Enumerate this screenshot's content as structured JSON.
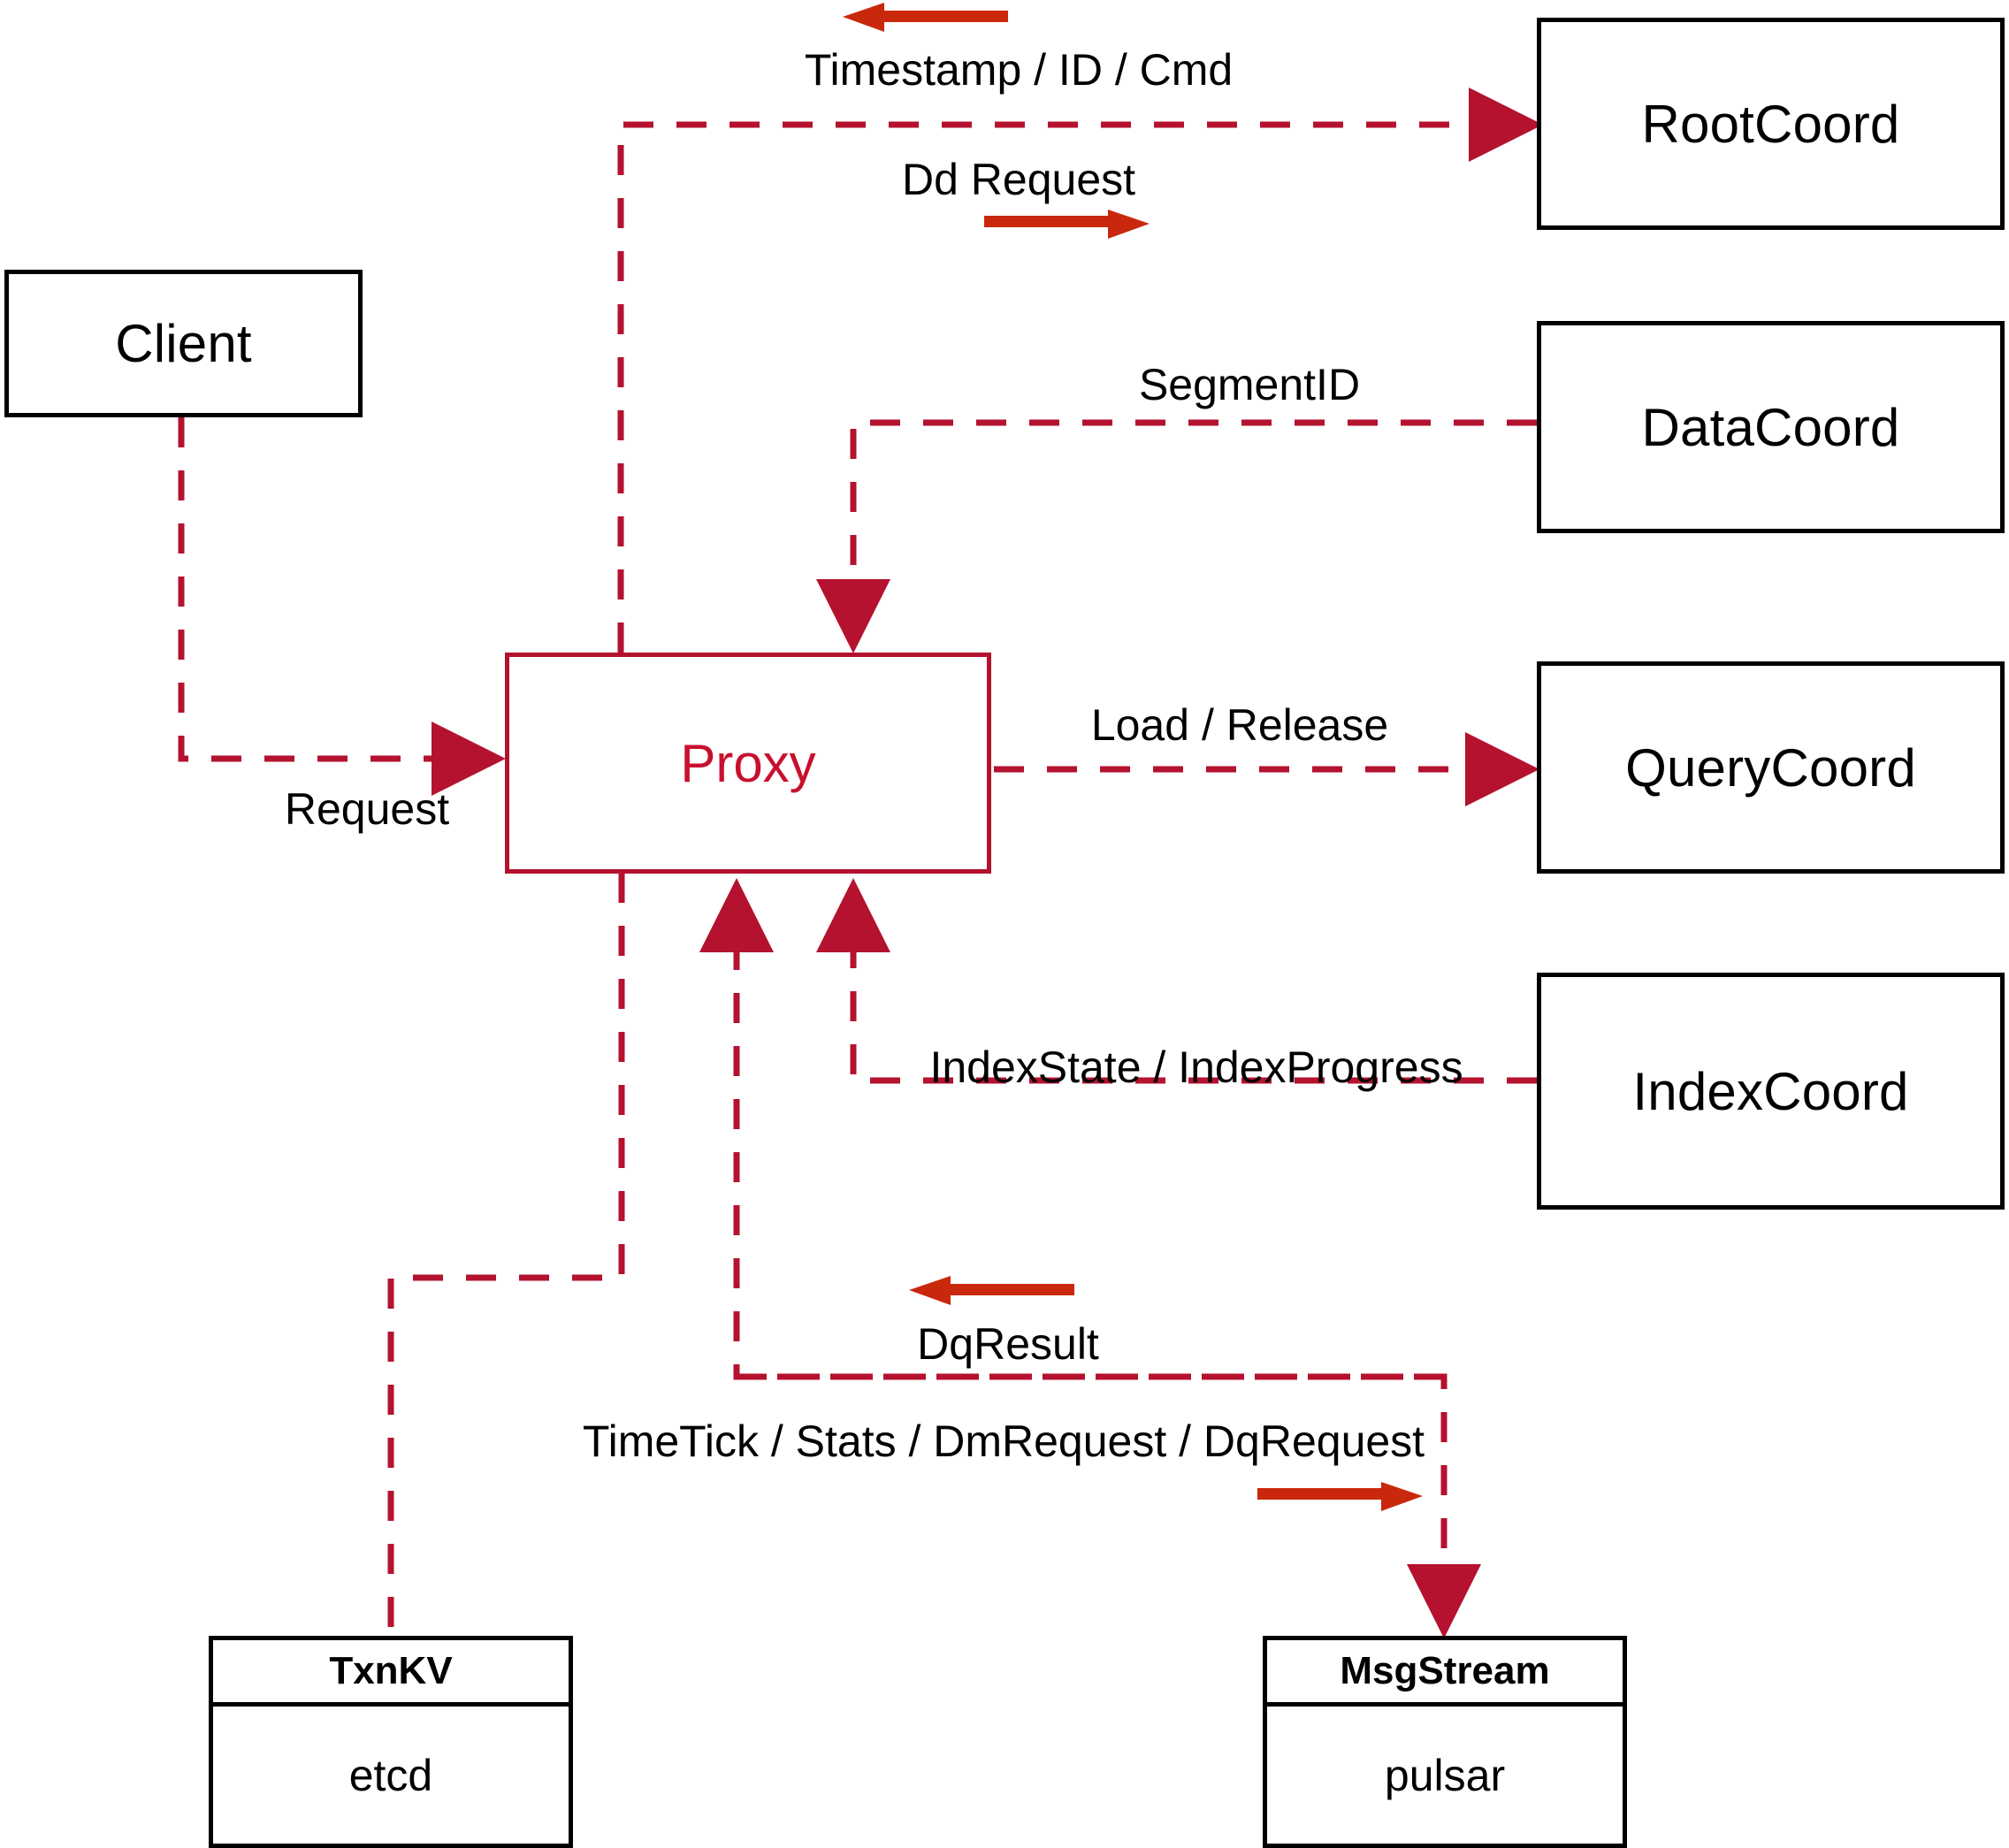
{
  "diagram": {
    "title": "Proxy architecture",
    "colors": {
      "dashed_edge": "#b4122f",
      "solid_arrow": "#c9280c",
      "proxy_box": "#c8102e",
      "node_border": "#000000",
      "background": "#ffffff"
    }
  },
  "nodes": {
    "client": {
      "label": "Client"
    },
    "proxy": {
      "label": "Proxy"
    },
    "root_coord": {
      "label": "RootCoord"
    },
    "data_coord": {
      "label": "DataCoord"
    },
    "query_coord": {
      "label": "QueryCoord"
    },
    "index_coord": {
      "label": "IndexCoord"
    },
    "txn_kv": {
      "title": "TxnKV",
      "impl": "etcd"
    },
    "msg_stream": {
      "title": "MsgStream",
      "impl": "pulsar"
    }
  },
  "edges": [
    {
      "id": "timestamp-id-cmd",
      "label": "Timestamp / ID / Cmd",
      "from": "root_coord",
      "to": "proxy",
      "direction": "left"
    },
    {
      "id": "dd-request",
      "label": "Dd Request",
      "from": "proxy",
      "to": "root_coord",
      "direction": "right"
    },
    {
      "id": "segment-id",
      "label": "SegmentID",
      "from": "data_coord",
      "to": "proxy",
      "direction": "left"
    },
    {
      "id": "request",
      "label": "Request",
      "from": "client",
      "to": "proxy",
      "direction": "right"
    },
    {
      "id": "load-release",
      "label": "Load / Release",
      "from": "proxy",
      "to": "query_coord",
      "direction": "right"
    },
    {
      "id": "index-state-progress",
      "label": "IndexState / IndexProgress",
      "from": "index_coord",
      "to": "proxy",
      "direction": "left"
    },
    {
      "id": "dq-result",
      "label": "DqResult",
      "from": "msg_stream",
      "to": "proxy",
      "direction": "left"
    },
    {
      "id": "timetick-stats-dmrequest-dqrequest",
      "label": "TimeTick / Stats / DmRequest / DqRequest",
      "from": "proxy",
      "to": "msg_stream",
      "direction": "right"
    },
    {
      "id": "proxy-txnkv",
      "label": "",
      "from": "proxy",
      "to": "txn_kv",
      "direction": "down"
    }
  ]
}
